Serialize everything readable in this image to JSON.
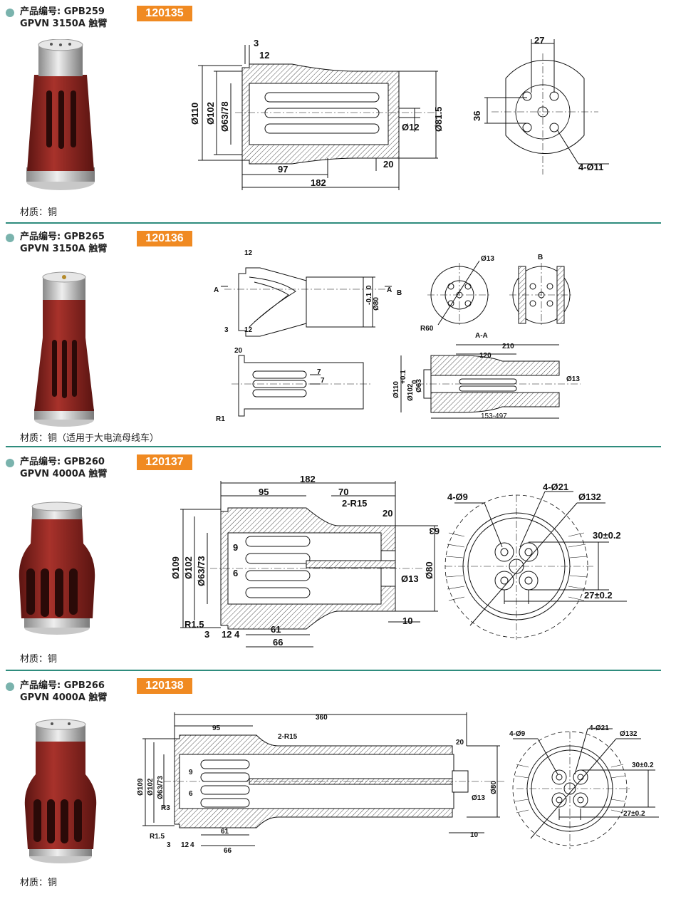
{
  "products": [
    {
      "title_line1": "产品编号: GPB259",
      "title_line2": "GPVN 3150A 触臂",
      "code": "120135",
      "material": "材质：铜",
      "dims": {
        "d1": "3",
        "d2": "12",
        "d3": "Ø110",
        "d4": "Ø102",
        "d5": "Ø63/78",
        "d6": "Ø12",
        "d7": "Ø81.5",
        "d8": "20",
        "d9": "97",
        "d10": "182",
        "d11": "27",
        "d12": "36",
        "d13": "4-Ø11"
      }
    },
    {
      "title_line1": "产品编号: GPB265",
      "title_line2": "GPVN 3150A 触臂",
      "code": "120136",
      "material": "材质：铜（适用于大电流母线车）",
      "dims": {
        "d1": "12",
        "d2": "A",
        "d3": "A",
        "d4": "B",
        "d5": "3",
        "d6": "12",
        "d7": "Ø13",
        "d8": "B",
        "d9": "R60",
        "d10": "A-A",
        "d11": "20",
        "d12": "7",
        "d13": "7",
        "d14": "R1",
        "d15": "210",
        "d16": "120",
        "d17": "Ø110",
        "d18": "Ø102",
        "d19": "Ø63",
        "d20": "Ø13",
        "d21": "153-497",
        "d22": "Ø80",
        "d23": "0",
        "d24": "-0.1",
        "d25": "+0.1",
        "d26": "0"
      }
    },
    {
      "title_line1": "产品编号: GPB260",
      "title_line2": "GPVN 4000A 触臂",
      "code": "120137",
      "material": "材质：铜",
      "dims": {
        "d1": "182",
        "d2": "95",
        "d3": "70",
        "d4": "2-R15",
        "d5": "20",
        "d6": "Ø109",
        "d7": "Ø102",
        "d8": "Ø63/73",
        "d9": "9",
        "d10": "6",
        "d11": "Ø13",
        "d12": "Ø80",
        "d13": "R1.5",
        "d14": "3",
        "d15": "12",
        "d16": "4",
        "d17": "61",
        "d18": "66",
        "d19": "10",
        "d20": "63",
        "d21": "4-Ø9",
        "d22": "4-Ø21",
        "d23": "Ø132",
        "d24": "30±0.2",
        "d25": "27±0.2"
      }
    },
    {
      "title_line1": "产品编号: GPB266",
      "title_line2": "GPVN 4000A 触臂",
      "code": "120138",
      "material": "材质：铜",
      "dims": {
        "d1": "360",
        "d2": "95",
        "d3": "2-R15",
        "d4": "20",
        "d5": "Ø109",
        "d6": "Ø102",
        "d7": "Ø63/73",
        "d8": "9",
        "d9": "6",
        "d10": "R3",
        "d11": "Ø13",
        "d12": "Ø80",
        "d13": "R1.5",
        "d14": "3",
        "d15": "12",
        "d16": "4",
        "d17": "61",
        "d18": "66",
        "d19": "10",
        "d20": "4-Ø9",
        "d21": "4-Ø21",
        "d22": "Ø132",
        "d23": "30±0.2",
        "d24": "27±0.2"
      }
    }
  ],
  "colors": {
    "divider": "#2e8c7d",
    "bullet": "#7ab3ad",
    "code_badge": "#f08a22",
    "insulator": "#8e2420",
    "metal": "#c9c9c9"
  }
}
